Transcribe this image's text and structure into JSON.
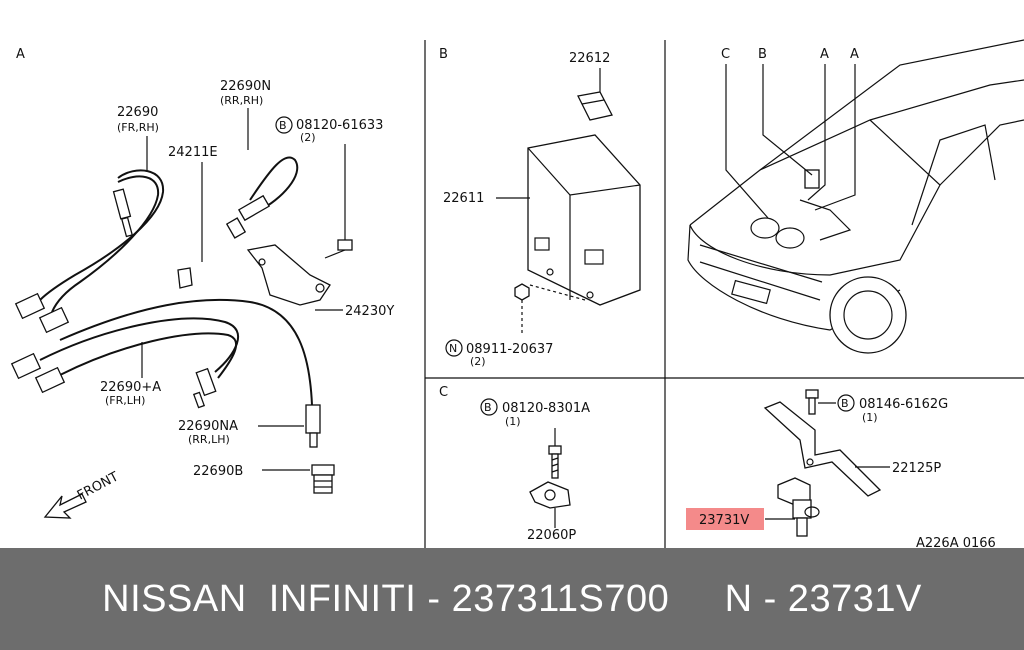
{
  "sections": {
    "a": "A",
    "b": "B",
    "c": "C"
  },
  "panel_a": {
    "p22690": "22690",
    "p22690_note": "(FR,RH)",
    "p22690n": "22690N",
    "p22690n_note": "(RR,RH)",
    "p24211e": "24211E",
    "bolt_badge": "B",
    "bolt_code": "08120-61633",
    "bolt_qty": "(2)",
    "p24230y": "24230Y",
    "p22690a": "22690+A",
    "p22690a_note": "(FR,LH)",
    "p22690na": "22690NA",
    "p22690na_note": "(RR,LH)",
    "p22690b": "22690B",
    "front": "FRONT"
  },
  "panel_b": {
    "p22612": "22612",
    "p22611": "22611",
    "nut_badge": "N",
    "nut_code": "08911-20637",
    "nut_qty": "(2)"
  },
  "panel_car": {
    "callouts": [
      "C",
      "B",
      "A",
      "A"
    ]
  },
  "panel_c": {
    "bolt_badge": "B",
    "bolt_code": "08120-8301A",
    "bolt_qty": "(1)",
    "p22060p": "22060P"
  },
  "panel_d": {
    "bolt_badge": "B",
    "bolt_code": "08146-6162G",
    "bolt_qty": "(1)",
    "p22125p": "22125P",
    "p23731v": "23731V",
    "highlight_color": "#f48a8a"
  },
  "diagram_code": "A226A 0166",
  "footer": {
    "text": "NISSAN  INFINITI - 237311S700     N - 23731V"
  }
}
